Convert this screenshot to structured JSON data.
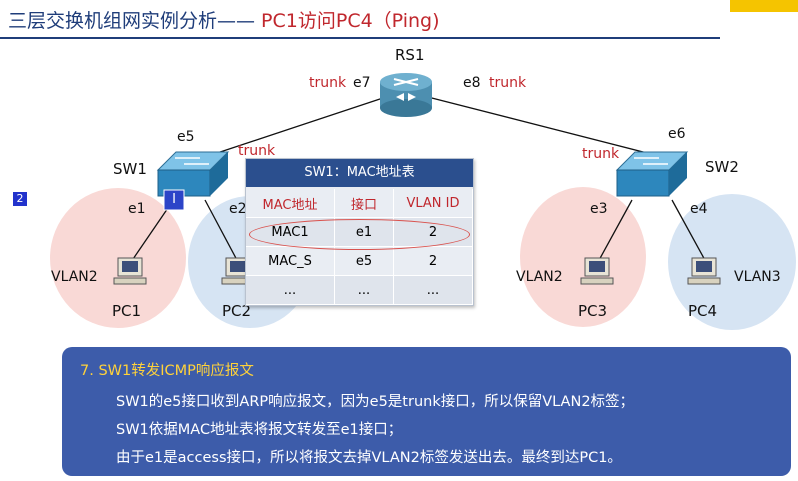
{
  "title": {
    "main": "三层交换机组网实例分析—— ",
    "highlight": "PC1访问PC4（Ping)"
  },
  "page_badge": "2",
  "devices": {
    "router": "RS1",
    "sw1": "SW1",
    "sw2": "SW2",
    "pc1": "PC1",
    "pc2": "PC2",
    "pc3": "PC3",
    "pc4": "PC4"
  },
  "ports": {
    "e1": "e1",
    "e2": "e2",
    "e3": "e3",
    "e4": "e4",
    "e5": "e5",
    "e6": "e6",
    "e7": "e7",
    "e8": "e8"
  },
  "trunk_label": "trunk",
  "vlans": {
    "pc1": "VLAN2",
    "pc3": "VLAN2",
    "pc4": "VLAN3"
  },
  "port_marker": "I",
  "mac_table": {
    "title": "SW1：MAC地址表",
    "headers": [
      "MAC地址",
      "接口",
      "VLAN ID"
    ],
    "rows": [
      [
        "MAC1",
        "e1",
        "2"
      ],
      [
        "MAC_S",
        "e5",
        "2"
      ],
      [
        "...",
        "...",
        "..."
      ]
    ]
  },
  "step": {
    "heading": "7.  SW1转发ICMP响应报文",
    "lines": [
      "SW1的e5接口收到ARP响应报文，因为e5是trunk接口，所以保留VLAN2标签；",
      "SW1依据MAC地址表将报文转发至e1接口；",
      "由于e1是access接口，所以将报文去掉VLAN2标签发送出去。最终到达PC1。"
    ]
  },
  "colors": {
    "title": "#1f3d7a",
    "accent_red": "#c0272d",
    "panel": "#3d5caa",
    "panel_heading": "#ffd23a"
  }
}
